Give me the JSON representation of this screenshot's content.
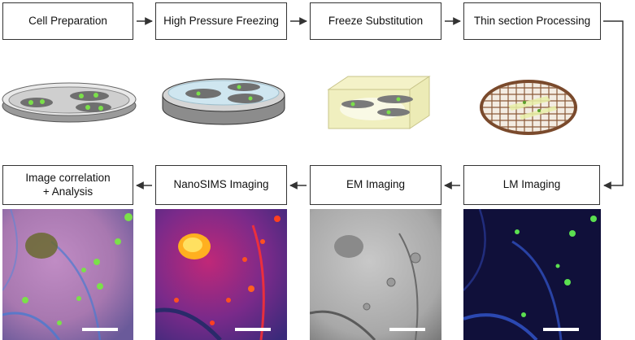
{
  "workflow": {
    "steps_top": [
      "Cell Preparation",
      "High Pressure Freezing",
      "Freeze Substitution",
      "Thin section Processing"
    ],
    "steps_bottom": [
      {
        "line1": "Image correlation",
        "line2": "+ Analysis"
      },
      {
        "line1": "NanoSIMS Imaging",
        "line2": ""
      },
      {
        "line1": "EM Imaging",
        "line2": ""
      },
      {
        "line1": "LM Imaging",
        "line2": ""
      }
    ]
  },
  "colors": {
    "border": "#333333",
    "arrow": "#333333",
    "fluorescent_green": "#7be04a",
    "lm_background": "#10103a",
    "nanosims_hot": "#ffd21a",
    "overlay_purple": "#b07ab8"
  },
  "icons": [
    "petri-dish-icon",
    "freezing-carrier-icon",
    "resin-block-icon",
    "em-grid-icon"
  ]
}
